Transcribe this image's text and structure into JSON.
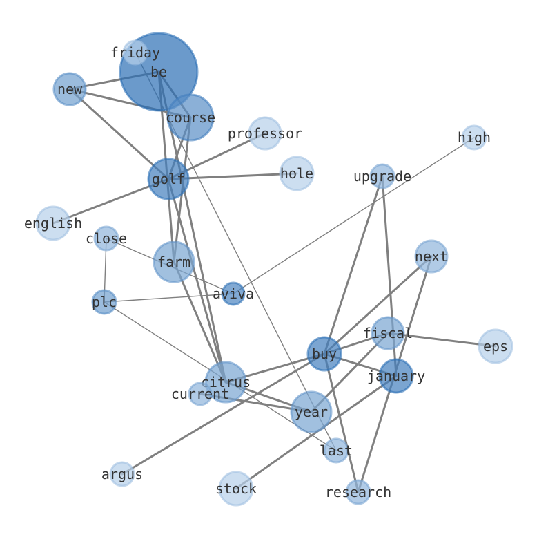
{
  "graph": {
    "nodes": [
      {
        "id": "be",
        "label": "be",
        "weight": 1.0
      },
      {
        "id": "friday",
        "label": "friday",
        "weight": 0.1
      },
      {
        "id": "new",
        "label": "new",
        "weight": 0.55
      },
      {
        "id": "course",
        "label": "course",
        "weight": 0.7
      },
      {
        "id": "professor",
        "label": "professor",
        "weight": 0.1
      },
      {
        "id": "high",
        "label": "high",
        "weight": 0.1
      },
      {
        "id": "golf",
        "label": "golf",
        "weight": 0.85
      },
      {
        "id": "hole",
        "label": "hole",
        "weight": 0.1
      },
      {
        "id": "upgrade",
        "label": "upgrade",
        "weight": 0.35
      },
      {
        "id": "english",
        "label": "english",
        "weight": 0.1
      },
      {
        "id": "close",
        "label": "close",
        "weight": 0.35
      },
      {
        "id": "farm",
        "label": "farm",
        "weight": 0.5
      },
      {
        "id": "next",
        "label": "next",
        "weight": 0.35
      },
      {
        "id": "aviva",
        "label": "aviva",
        "weight": 0.8
      },
      {
        "id": "plc",
        "label": "plc",
        "weight": 0.55
      },
      {
        "id": "fiscal",
        "label": "fiscal",
        "weight": 0.5
      },
      {
        "id": "eps",
        "label": "eps",
        "weight": 0.1
      },
      {
        "id": "buy",
        "label": "buy",
        "weight": 0.85
      },
      {
        "id": "january",
        "label": "january",
        "weight": 0.85
      },
      {
        "id": "citrus",
        "label": "citrus",
        "weight": 0.5
      },
      {
        "id": "current",
        "label": "current",
        "weight": 0.35
      },
      {
        "id": "year",
        "label": "year",
        "weight": 0.5
      },
      {
        "id": "last",
        "label": "last",
        "weight": 0.35
      },
      {
        "id": "argus",
        "label": "argus",
        "weight": 0.1
      },
      {
        "id": "stock",
        "label": "stock",
        "weight": 0.1
      },
      {
        "id": "research",
        "label": "research",
        "weight": 0.35
      }
    ],
    "edges": [
      {
        "source": "new",
        "target": "be",
        "weight": "heavy"
      },
      {
        "source": "new",
        "target": "course",
        "weight": "heavy"
      },
      {
        "source": "new",
        "target": "golf",
        "weight": "heavy"
      },
      {
        "source": "be",
        "target": "course",
        "weight": "heavy"
      },
      {
        "source": "be",
        "target": "farm",
        "weight": "heavy"
      },
      {
        "source": "be",
        "target": "citrus",
        "weight": "heavy"
      },
      {
        "source": "friday",
        "target": "last",
        "weight": "light"
      },
      {
        "source": "course",
        "target": "golf",
        "weight": "heavy"
      },
      {
        "source": "course",
        "target": "farm",
        "weight": "heavy"
      },
      {
        "source": "golf",
        "target": "professor",
        "weight": "heavy"
      },
      {
        "source": "golf",
        "target": "hole",
        "weight": "heavy"
      },
      {
        "source": "golf",
        "target": "english",
        "weight": "heavy"
      },
      {
        "source": "golf",
        "target": "citrus",
        "weight": "heavy"
      },
      {
        "source": "high",
        "target": "aviva",
        "weight": "light"
      },
      {
        "source": "close",
        "target": "aviva",
        "weight": "light"
      },
      {
        "source": "close",
        "target": "plc",
        "weight": "light"
      },
      {
        "source": "plc",
        "target": "aviva",
        "weight": "light"
      },
      {
        "source": "plc",
        "target": "last",
        "weight": "light"
      },
      {
        "source": "farm",
        "target": "citrus",
        "weight": "heavy"
      },
      {
        "source": "upgrade",
        "target": "buy",
        "weight": "heavy"
      },
      {
        "source": "upgrade",
        "target": "january",
        "weight": "heavy"
      },
      {
        "source": "next",
        "target": "buy",
        "weight": "heavy"
      },
      {
        "source": "next",
        "target": "research",
        "weight": "heavy"
      },
      {
        "source": "fiscal",
        "target": "eps",
        "weight": "heavy"
      },
      {
        "source": "fiscal",
        "target": "year",
        "weight": "heavy"
      },
      {
        "source": "fiscal",
        "target": "buy",
        "weight": "heavy"
      },
      {
        "source": "buy",
        "target": "january",
        "weight": "heavy"
      },
      {
        "source": "buy",
        "target": "citrus",
        "weight": "heavy"
      },
      {
        "source": "buy",
        "target": "argus",
        "weight": "heavy"
      },
      {
        "source": "buy",
        "target": "research",
        "weight": "heavy"
      },
      {
        "source": "january",
        "target": "stock",
        "weight": "heavy"
      },
      {
        "source": "citrus",
        "target": "year",
        "weight": "heavy"
      },
      {
        "source": "current",
        "target": "year",
        "weight": "heavy"
      }
    ]
  },
  "colors": {
    "edge": "#808080",
    "label": "#333333",
    "node_light": "#c6dbef",
    "node_dark": "#2c6fb5"
  }
}
